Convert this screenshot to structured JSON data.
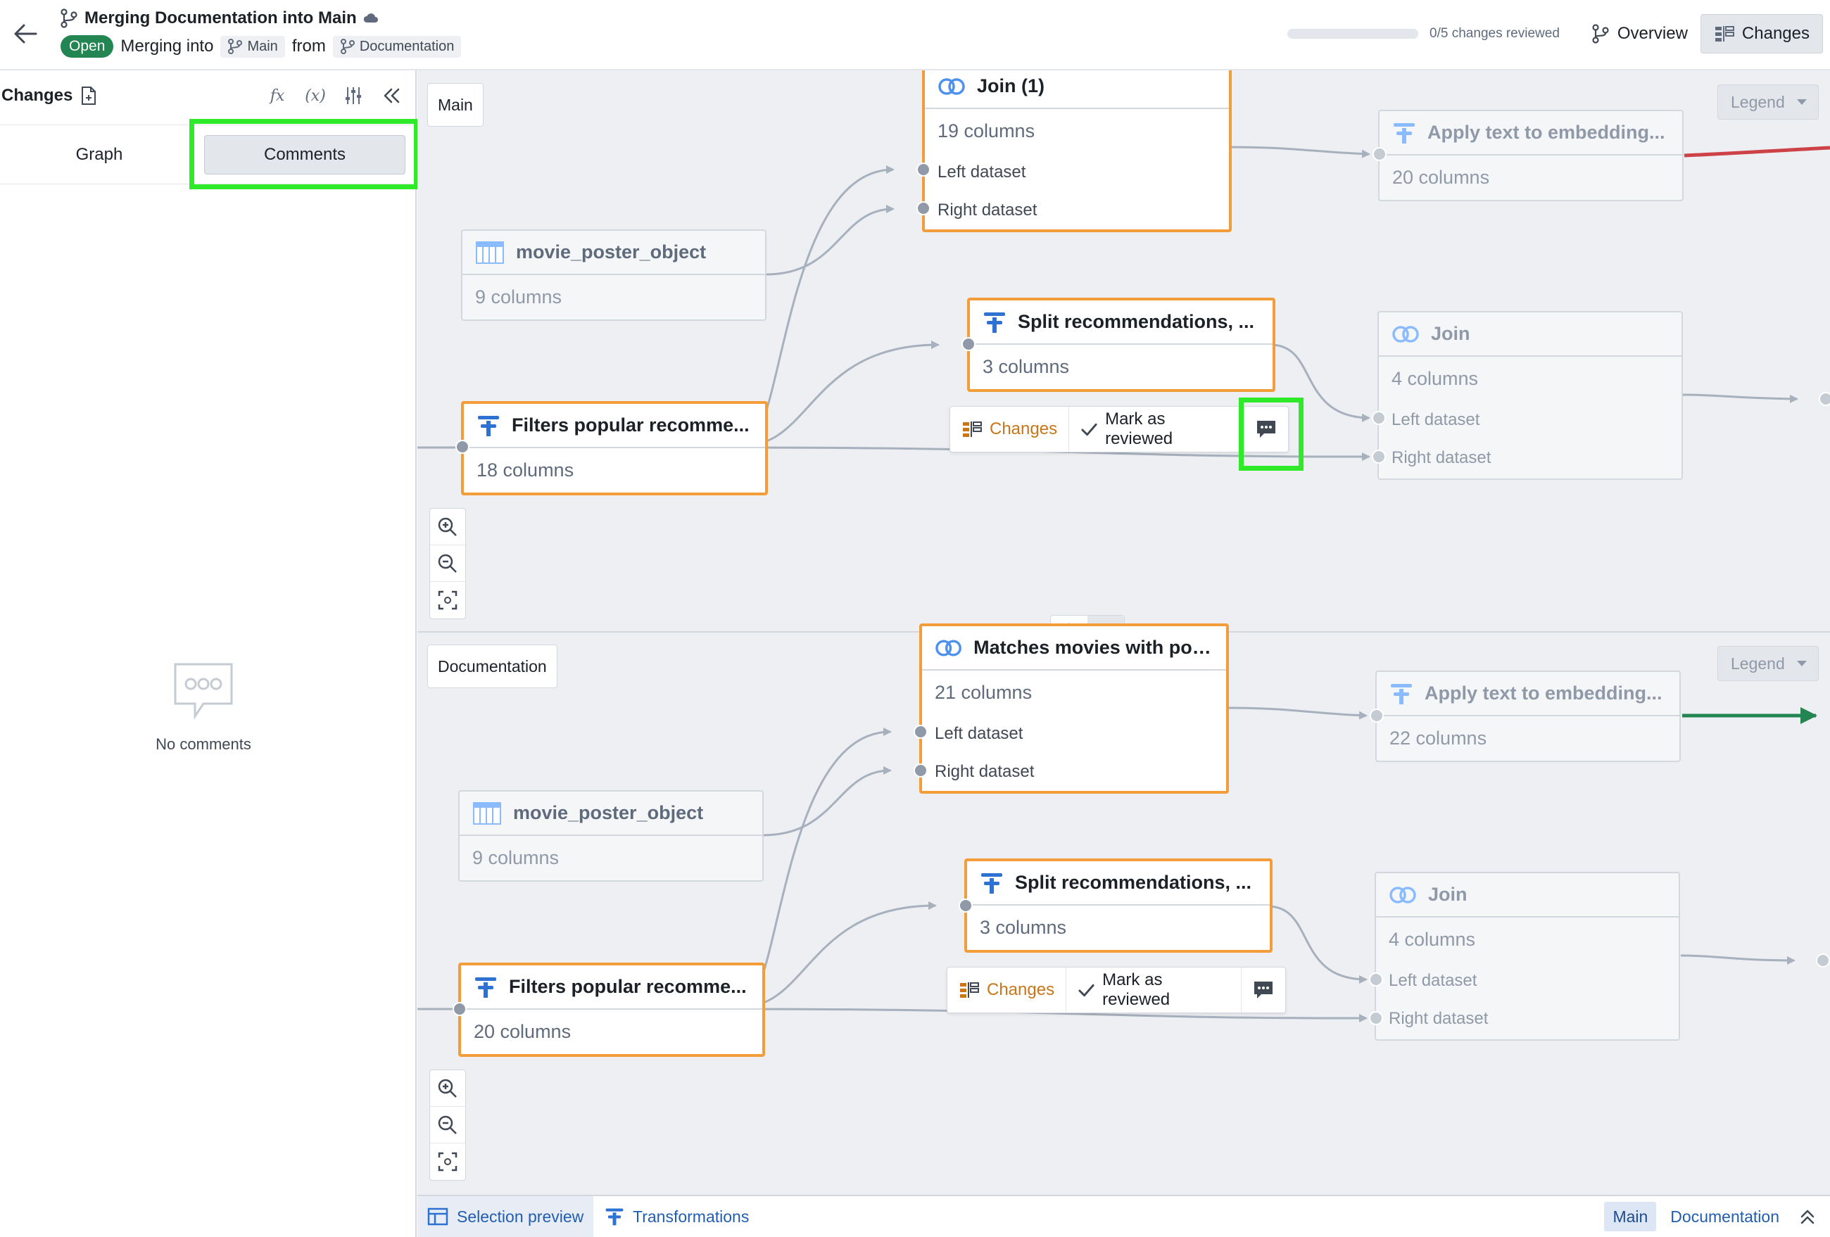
{
  "header": {
    "title": "Merging Documentation into Main",
    "status": "Open",
    "merging_into_text": "Merging into",
    "target_branch": "Main",
    "from_text": "from",
    "source_branch": "Documentation",
    "progress": {
      "reviewed": 0,
      "total": 5,
      "label": "0/5 changes reviewed"
    },
    "overview_label": "Overview",
    "changes_label": "Changes"
  },
  "sidebar": {
    "title": "Changes",
    "tools": [
      "fx",
      "(x)"
    ],
    "tabs": {
      "graph": "Graph",
      "comments": "Comments"
    },
    "selected_tab": "Comments",
    "empty_label": "No comments"
  },
  "canvas": {
    "main": {
      "label": "Main",
      "legend": "Legend",
      "nodes": {
        "join1": {
          "title": "Join (1)",
          "sub": "19 columns",
          "left": "Left dataset",
          "right": "Right dataset"
        },
        "apply": {
          "title": "Apply text to embedding...",
          "sub": "20 columns"
        },
        "poster": {
          "title": "movie_poster_object",
          "sub": "9 columns"
        },
        "split": {
          "title": "Split recommendations, ...",
          "sub": "3 columns"
        },
        "join": {
          "title": "Join",
          "sub": "4 columns",
          "left": "Left dataset",
          "right": "Right dataset"
        },
        "filters": {
          "title": "Filters popular recomme...",
          "sub": "18 columns"
        }
      },
      "actions": {
        "changes": "Changes",
        "mark": "Mark as reviewed"
      }
    },
    "documentation": {
      "label": "Documentation",
      "legend": "Legend",
      "nodes": {
        "matches": {
          "title": "Matches movies with pos...",
          "sub": "21 columns",
          "left": "Left dataset",
          "right": "Right dataset"
        },
        "apply": {
          "title": "Apply text to embedding...",
          "sub": "22 columns"
        },
        "poster": {
          "title": "movie_poster_object",
          "sub": "9 columns"
        },
        "split": {
          "title": "Split recommendations, ...",
          "sub": "3 columns"
        },
        "join": {
          "title": "Join",
          "sub": "4 columns",
          "left": "Left dataset",
          "right": "Right dataset"
        },
        "filters": {
          "title": "Filters popular recomme...",
          "sub": "20 columns"
        }
      },
      "actions": {
        "changes": "Changes",
        "mark": "Mark as reviewed"
      }
    },
    "colors": {
      "selected_border": "#f29d39",
      "removed_edge": "#cd4246",
      "added_edge": "#238551",
      "edge": "#a7b0bd",
      "highlight": "#2eea28"
    }
  },
  "bottom": {
    "tabs": [
      "Selection preview",
      "Transformations"
    ],
    "branches": [
      "Main",
      "Documentation"
    ],
    "active_branch": "Main"
  },
  "icons": [
    "back-arrow-icon",
    "merge-icon",
    "cloud-icon",
    "branch-icon",
    "document-icon",
    "sliders-icon",
    "collapse-left-icon",
    "dataset-icon",
    "transform-icon",
    "join-icon",
    "changes-icon",
    "check-icon",
    "comment-icon",
    "zoom-in-icon",
    "zoom-out-icon",
    "fit-icon",
    "expand-icon",
    "link-icon",
    "collapse-up-icon"
  ]
}
